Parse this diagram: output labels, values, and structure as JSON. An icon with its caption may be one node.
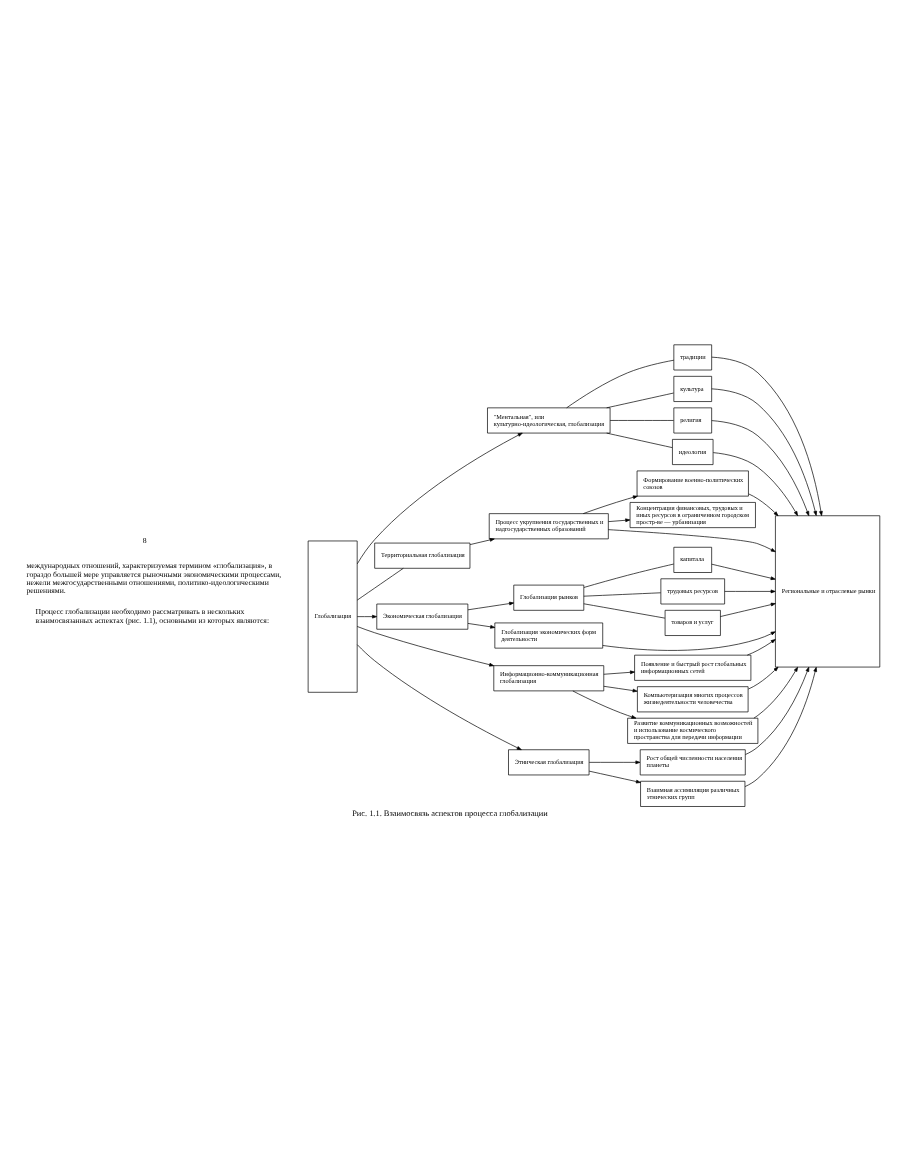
{
  "diagram": {
    "caption": "Рис. 1.1. Взаимосвязь аспектов процесса глобализации",
    "nodes": [
      {
        "text": [
          "Глобализация"
        ]
      },
      {
        "text": [
          "\"Ментальная\", или культурно-идеологическая, глобализация"
        ]
      },
      {
        "text": [
          "традиции"
        ]
      },
      {
        "text": [
          "культура"
        ]
      },
      {
        "text": [
          "религия"
        ]
      },
      {
        "text": [
          "идеология"
        ]
      },
      {
        "text": [
          "Территориальная глобализация"
        ]
      },
      {
        "text": [
          "Процесс укрупнения государственных и надгосударственных образований"
        ]
      },
      {
        "text": [
          "Формирование военно-политических союзов"
        ]
      },
      {
        "text": [
          "Концентрация финансовых, трудовых и иных ресурсов в ограниченном городском простр-ве — урбанизация"
        ]
      },
      {
        "text": [
          "Экономическая глобализация"
        ]
      },
      {
        "text": [
          "Глобализация рынков"
        ]
      },
      {
        "text": [
          "капитала"
        ]
      },
      {
        "text": [
          "трудовых ресурсов"
        ]
      },
      {
        "text": [
          "товаров и услуг"
        ]
      },
      {
        "text": [
          "Глобализация экономических форм деятельности"
        ]
      },
      {
        "text": [
          "Информационно-коммуникационная глобализация"
        ]
      },
      {
        "text": [
          "Появление и быстрый рост глобальных информационных сетей"
        ]
      },
      {
        "text": [
          "Компьютеризация многих процессов жизнедеятельности человечества"
        ]
      },
      {
        "text": [
          "Развитие коммуникационных возможностей и использование космического пространства для передачи информации"
        ]
      },
      {
        "text": [
          "Этническая глобализация"
        ]
      },
      {
        "text": [
          "Рост общей численности населения планеты"
        ]
      },
      {
        "text": [
          "Взаимная ассимиляция различных этнических групп"
        ]
      },
      {
        "text": [
          "Региональные и отраслевые рынки"
        ]
      }
    ],
    "edges": [
      {
        "from": 0,
        "to": 1,
        "arrow": "to"
      },
      {
        "from": 1,
        "to": 2,
        "arrow": "none"
      },
      {
        "from": 1,
        "to": 3,
        "arrow": "none"
      },
      {
        "from": 1,
        "to": 4,
        "arrow": "none"
      },
      {
        "from": 1,
        "to": 5,
        "arrow": "none"
      },
      {
        "from": 2,
        "to": 23,
        "arrow": "to"
      },
      {
        "from": 3,
        "to": 23,
        "arrow": "to"
      },
      {
        "from": 4,
        "to": 23,
        "arrow": "to"
      },
      {
        "from": 5,
        "to": 23,
        "arrow": "to"
      },
      {
        "from": 0,
        "to": 6,
        "arrow": "none"
      },
      {
        "from": 6,
        "to": 7,
        "arrow": "to"
      },
      {
        "from": 7,
        "to": 23,
        "arrow": "to"
      },
      {
        "from": 7,
        "to": 8,
        "arrow": "to"
      },
      {
        "from": 7,
        "to": 9,
        "arrow": "to"
      },
      {
        "from": 8,
        "to": 23,
        "arrow": "to"
      },
      {
        "from": 0,
        "to": 10,
        "arrow": "to"
      },
      {
        "from": 10,
        "to": 11,
        "arrow": "to"
      },
      {
        "from": 10,
        "to": 15,
        "arrow": "to"
      },
      {
        "from": 11,
        "to": 12,
        "arrow": "none"
      },
      {
        "from": 11,
        "to": 13,
        "arrow": "none"
      },
      {
        "from": 11,
        "to": 14,
        "arrow": "none"
      },
      {
        "from": 12,
        "to": 23,
        "arrow": "to"
      },
      {
        "from": 13,
        "to": 23,
        "arrow": "to"
      },
      {
        "from": 14,
        "to": 23,
        "arrow": "to"
      },
      {
        "from": 15,
        "to": 23,
        "arrow": "to"
      },
      {
        "from": 0,
        "to": 16,
        "arrow": "to"
      },
      {
        "from": 16,
        "to": 17,
        "arrow": "to"
      },
      {
        "from": 16,
        "to": 18,
        "arrow": "to"
      },
      {
        "from": 16,
        "to": 19,
        "arrow": "to"
      },
      {
        "from": 17,
        "to": 23,
        "arrow": "to"
      },
      {
        "from": 18,
        "to": 23,
        "arrow": "to"
      },
      {
        "from": 19,
        "to": 23,
        "arrow": "to"
      },
      {
        "from": 0,
        "to": 20,
        "arrow": "to"
      },
      {
        "from": 20,
        "to": 21,
        "arrow": "to"
      },
      {
        "from": 20,
        "to": 22,
        "arrow": "to"
      },
      {
        "from": 21,
        "to": 23,
        "arrow": "to"
      },
      {
        "from": 22,
        "to": 23,
        "arrow": "to"
      }
    ],
    "labels": [
      "8",
      "международных отношений, характеризуемая термином «глобализация», в гораздо большей мере управляется рыночными экономическими процессами, нежели межгосударственными отношениями, политико-идеологическими решениями.",
      "Процесс глобализации необходимо рассматривать в нескольких взаимосвязанных аспектах (рис. 1.1), основными из которых являются:"
    ]
  }
}
